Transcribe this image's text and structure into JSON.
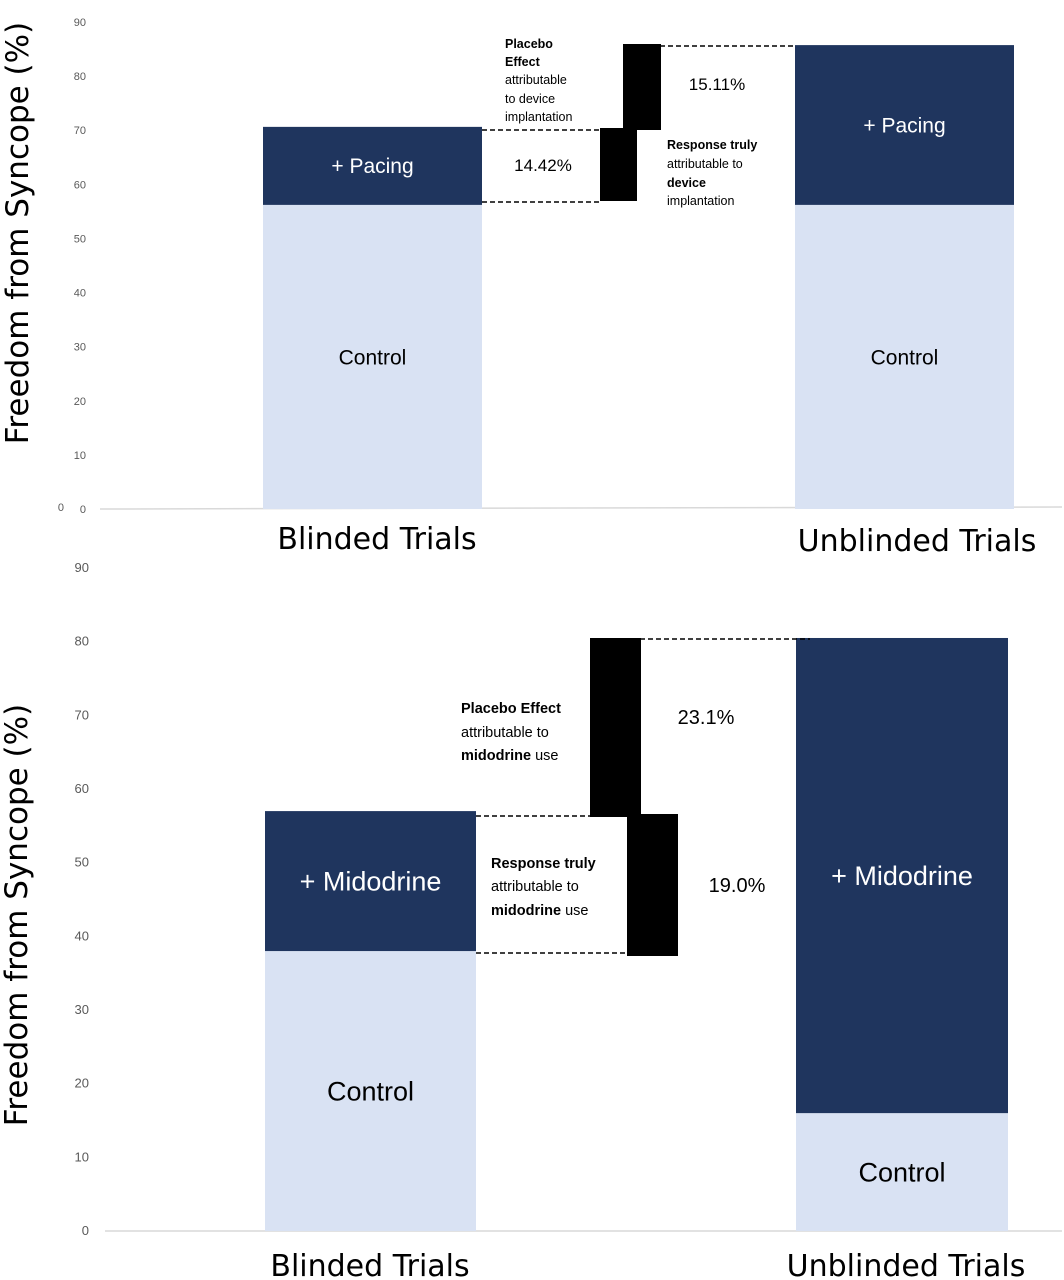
{
  "chart_data": [
    {
      "type": "bar",
      "stacked": true,
      "ylabel": "Freedom from Syncope (%)",
      "ylim": [
        0,
        90
      ],
      "yticks": [
        0,
        10,
        20,
        30,
        40,
        50,
        60,
        70,
        80,
        90
      ],
      "extra_zero_label": "0",
      "grid": false,
      "categories": [
        "Blinded Trials",
        "Unblinded Trials"
      ],
      "series": [
        {
          "name": "Control",
          "values": [
            56.2,
            56.2
          ]
        },
        {
          "name": "+ Pacing",
          "values": [
            14.42,
            29.53
          ]
        }
      ],
      "annotations": [
        {
          "kind": "bracket",
          "label": "14.42%",
          "from": 56.2,
          "to": 70.62
        },
        {
          "kind": "bracket",
          "label": "15.11%",
          "from": 70.62,
          "to": 85.73
        },
        {
          "kind": "note",
          "lines": [
            [
              "Placebo",
              ""
            ],
            [
              "Effect",
              ""
            ],
            [
              "",
              "attributable"
            ],
            [
              "",
              "to device"
            ],
            [
              "",
              "implantation"
            ]
          ]
        },
        {
          "kind": "note",
          "lines": [
            [
              "Response truly",
              ""
            ],
            [
              "",
              "attributable to"
            ],
            [
              "device",
              ""
            ],
            [
              "",
              "implantation"
            ]
          ]
        }
      ],
      "colors": {
        "control": "#d9e2f3",
        "treatment": "#1f355e",
        "bracket": "#000000"
      }
    },
    {
      "type": "bar",
      "stacked": true,
      "ylabel": "Freedom from Syncope (%)",
      "ylim": [
        0,
        90
      ],
      "yticks": [
        0,
        10,
        20,
        30,
        40,
        50,
        60,
        70,
        80,
        90
      ],
      "grid": false,
      "categories": [
        "Blinded Trials",
        "Unblinded Trials"
      ],
      "series": [
        {
          "name": "Control",
          "values": [
            38.0,
            16.0
          ]
        },
        {
          "name": "+ Midodrine",
          "values": [
            19.0,
            64.5
          ]
        }
      ],
      "annotations": [
        {
          "kind": "bracket",
          "label": "23.1%",
          "from": 57.0,
          "to": 80.5
        },
        {
          "kind": "bracket",
          "label": "19.0%",
          "from": 38.0,
          "to": 57.0
        },
        {
          "kind": "note",
          "lines": [
            [
              "Placebo Effect",
              ""
            ],
            [
              "",
              "attributable to"
            ],
            [
              "midodrine",
              " use"
            ]
          ]
        },
        {
          "kind": "note",
          "lines": [
            [
              "Response truly",
              ""
            ],
            [
              "",
              "attributable to"
            ],
            [
              "midodrine",
              " use"
            ]
          ]
        }
      ],
      "colors": {
        "control": "#d9e2f3",
        "treatment": "#1f355e",
        "bracket": "#000000"
      }
    }
  ]
}
